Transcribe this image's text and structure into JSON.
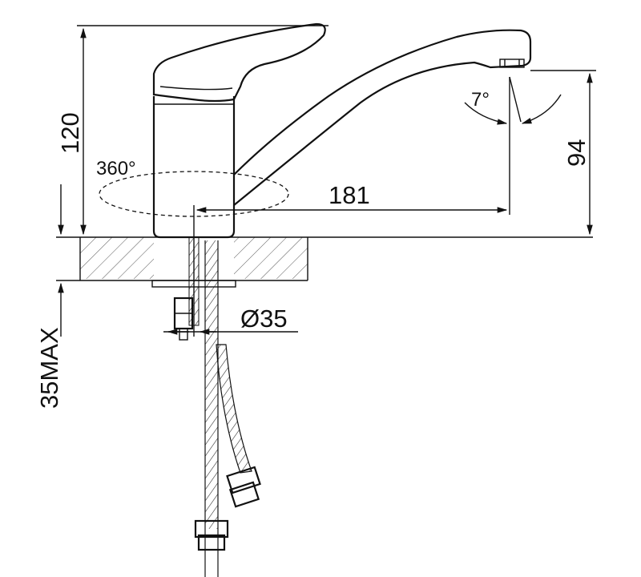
{
  "dimensions": {
    "height_total": "120",
    "height_spout": "94",
    "reach": "181",
    "rotation": "360°",
    "spout_angle": "7°",
    "hole_diameter": "Ø35",
    "mount_max": "35MAX"
  },
  "colors": {
    "line": "#111111",
    "hatch": "#444444",
    "background": "#ffffff"
  }
}
